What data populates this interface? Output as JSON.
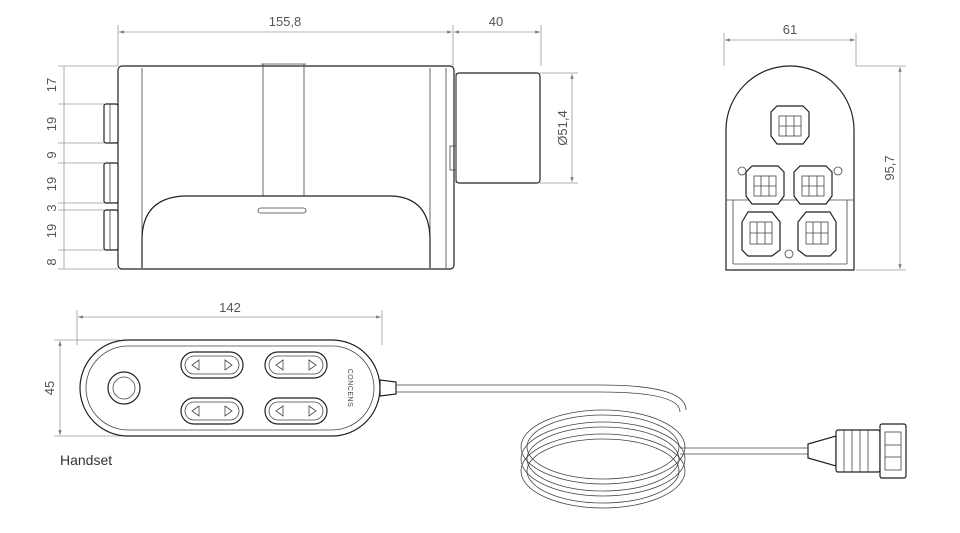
{
  "dimensions": {
    "body_length": "155,8",
    "motor_length": "40",
    "motor_diameter": "Ø51,4",
    "side_width": "61",
    "side_height": "95,7",
    "port_1_top": "17",
    "port_1_height": "19",
    "gap_1": "9",
    "port_2_height": "19",
    "gap_2": "3",
    "port_3_height": "19",
    "port_3_bottom": "8",
    "handset_length": "142",
    "handset_height": "45"
  },
  "handset": {
    "caption": "Handset",
    "brand": "CONCENS"
  }
}
